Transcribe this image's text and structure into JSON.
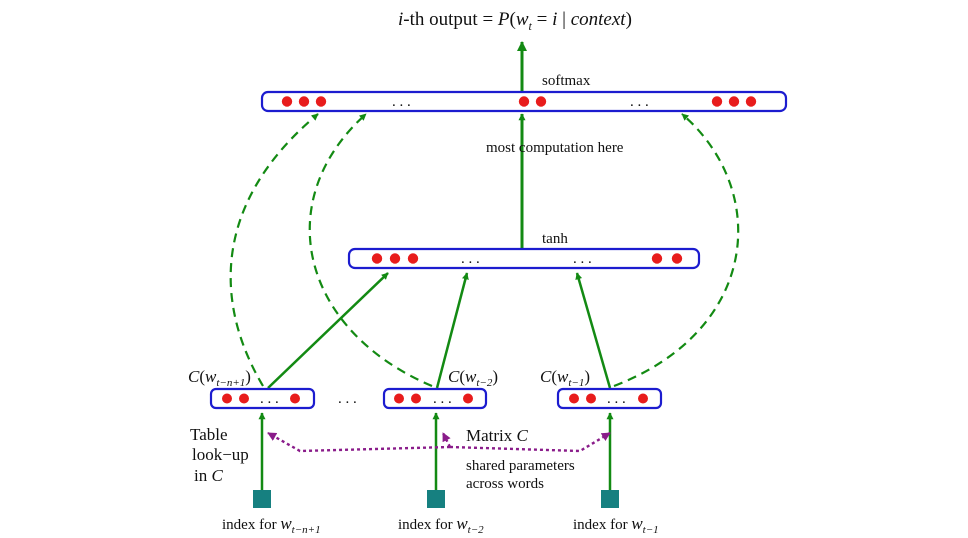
{
  "title": {
    "prefix": "i",
    "text": "-th output = ",
    "formula_p": "P",
    "formula_open": "(",
    "formula_w": "w",
    "formula_sub": "t",
    "formula_eq": " = ",
    "formula_i": "i",
    "formula_bar": " | ",
    "formula_context": "context",
    "formula_close": ")"
  },
  "layers": {
    "softmax_label": "softmax",
    "tanh_label": "tanh",
    "ellipsis": ". . ."
  },
  "annotations": {
    "most_computation": "most  computation here",
    "matrix_c_label": "Matrix ",
    "matrix_c_symbol": "C",
    "shared_line1": "shared parameters",
    "shared_line2": "across words",
    "table_line1": "Table",
    "table_line2": "look−up",
    "table_line3_prefix": "in ",
    "table_line3_symbol": "C",
    "between_boxes": ". . ."
  },
  "embeddings": [
    {
      "c": "C",
      "open": "(",
      "w": "w",
      "sub": "t−n+1",
      "close": ")"
    },
    {
      "c": "C",
      "open": "(",
      "w": "w",
      "sub": "t−2",
      "close": ")"
    },
    {
      "c": "C",
      "open": "(",
      "w": "w",
      "sub": "t−1",
      "close": ")"
    }
  ],
  "inputs": [
    {
      "prefix": "index for ",
      "w": "w",
      "sub": "t−n+1"
    },
    {
      "prefix": "index for ",
      "w": "w",
      "sub": "t−2"
    },
    {
      "prefix": "index for ",
      "w": "w",
      "sub": "t−1"
    }
  ],
  "colors": {
    "box_stroke": "#1c1ccf",
    "unit_fill": "#e81c1c",
    "arrow": "#138a13",
    "shared_link": "#8a1c8a",
    "input_node": "#168080",
    "text": "#111111"
  }
}
